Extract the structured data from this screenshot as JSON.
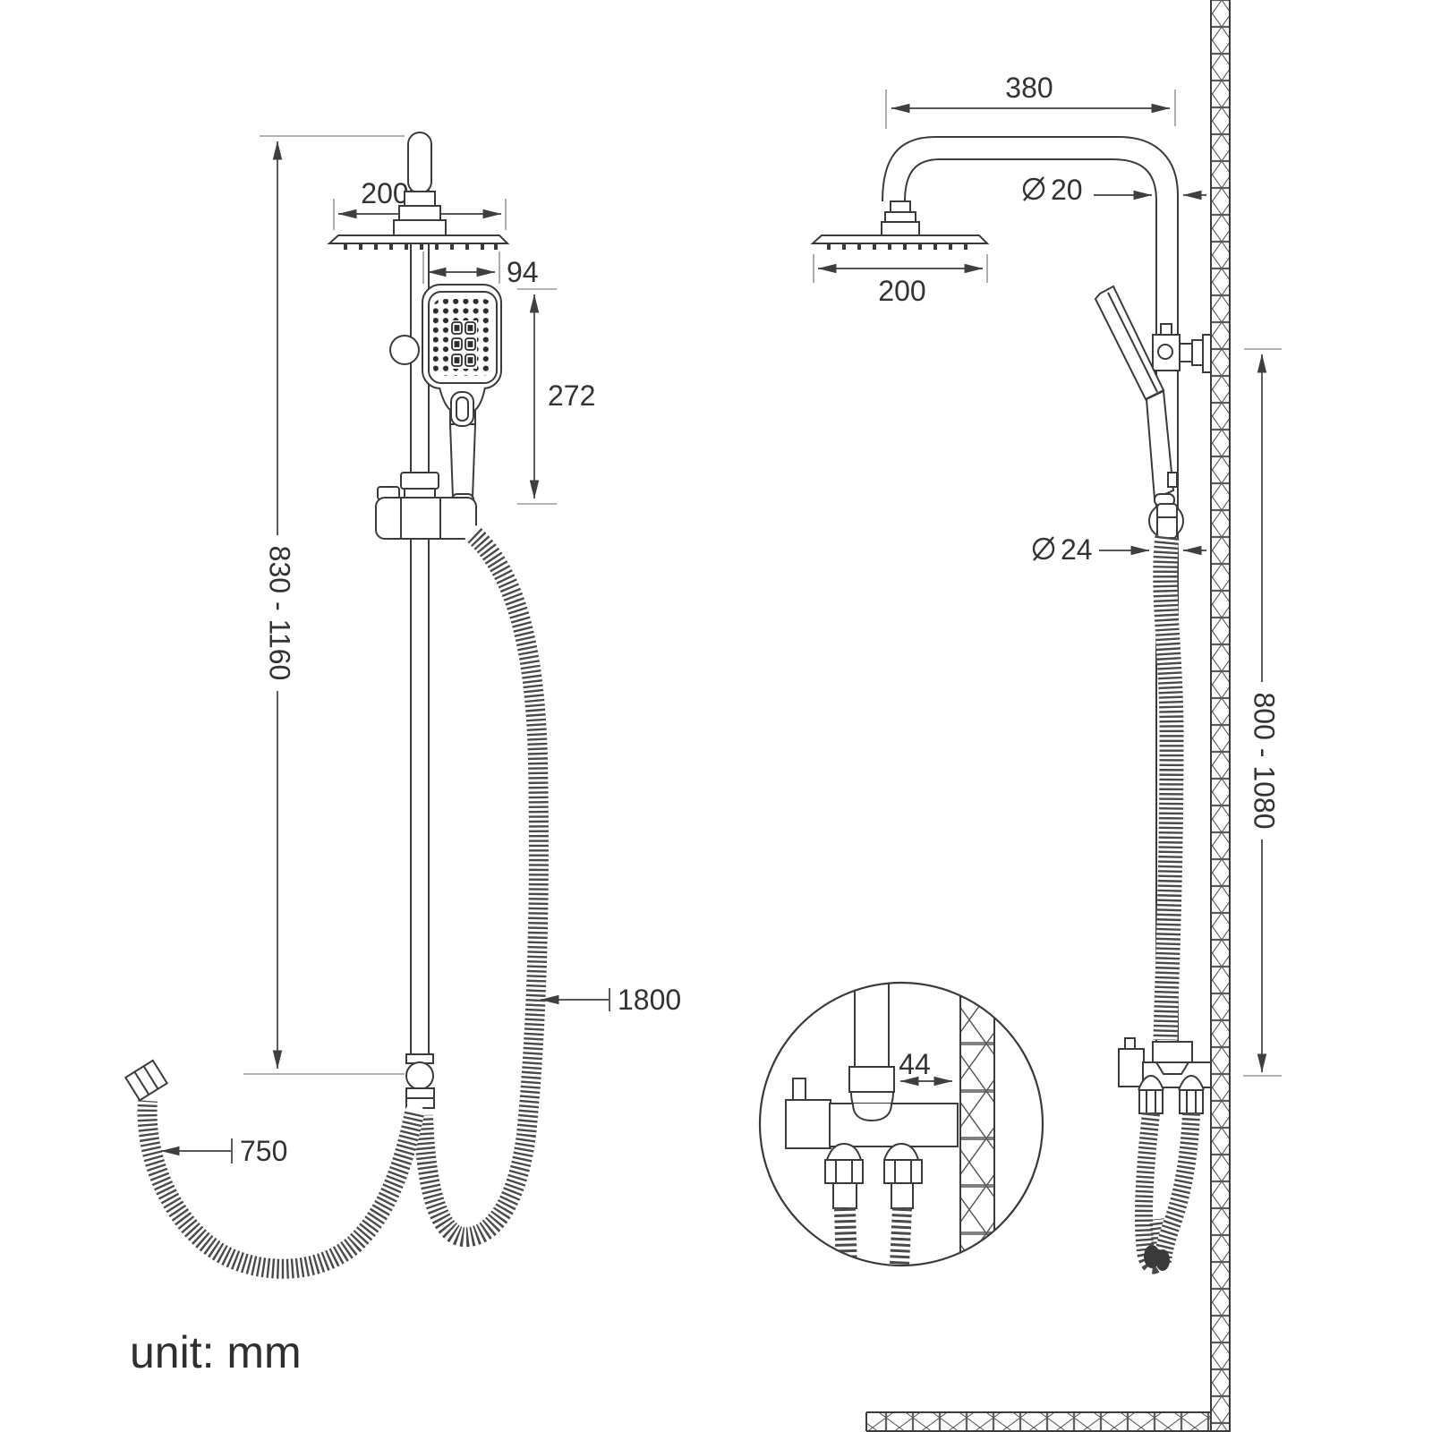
{
  "colors": {
    "line": "#3b3b3b",
    "dimension": "#3f3f3f",
    "extension_tick": "#9a9a9a",
    "text": "#333333",
    "background": "#ffffff"
  },
  "footer": {
    "unit_label": "unit: mm"
  },
  "front_view": {
    "dims": {
      "head_width": "200",
      "hand_shower_width": "94",
      "hand_shower_height": "272",
      "riser_height_range": "830 - 1160",
      "long_hose": "1800",
      "short_hose": "750"
    }
  },
  "side_view": {
    "dims": {
      "arm_reach": "380",
      "head_width": "200",
      "pipe_diameter": "20",
      "hose_diameter": "24",
      "wall_bar_height_range": "800 - 1080",
      "detail_offset": "44"
    }
  }
}
